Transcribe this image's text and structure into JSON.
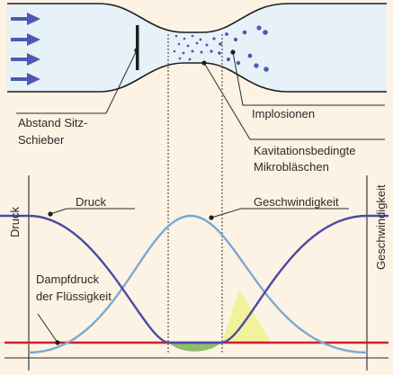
{
  "labels": {
    "distance_seat_slide": [
      "Abstand Sitz-",
      "Schieber"
    ],
    "implosions": "Implosionen",
    "cavitation_bubbles": [
      "Kavitationsbedingte",
      "Mikrobläschen"
    ],
    "pressure": "Druck",
    "velocity": "Geschwindigkeit",
    "vapor_pressure": [
      "Dampfdruck",
      "der Flüssigkeit"
    ],
    "axis_left": "Druck",
    "axis_right": "Geschwindigkeit"
  },
  "colors": {
    "background": "#fdf3e4",
    "pipe_fill": "#e6f1f8",
    "flow_arrow": "#4f57b5",
    "pressure_curve": "#4a4aa6",
    "velocity_curve": "#7ba9d2",
    "vapor_line": "#c8202c",
    "cavitation_zone": "#8fbd6e",
    "recovery_zone": "#f1f29a",
    "bubble": "#4f57b5"
  },
  "icons": {
    "flow_arrow": "arrow-right-icon",
    "slide_valve": "valve-bar-icon",
    "bubble": "bubble-dot-icon"
  }
}
